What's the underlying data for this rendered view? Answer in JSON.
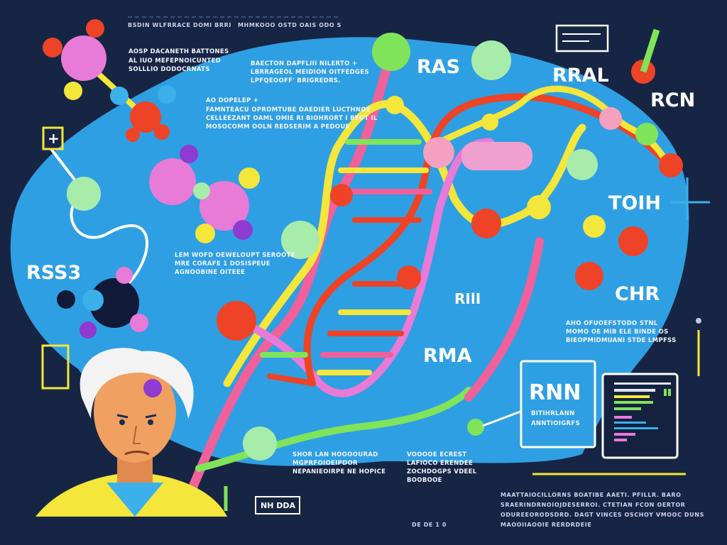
{
  "labels": {
    "ras": "RAS",
    "rral": "RRAL",
    "rcn": "RCN",
    "toih": "TOIH",
    "chr": "CHR",
    "rss": "RSS3",
    "rma": "RMA",
    "rlil": "RIlI",
    "rnn": "RNN",
    "nhdda": "NH DDA"
  },
  "header_strips": [
    "BSDIN WLFRRACE DOMI BRRI",
    "MHMKOOO OSTD OAIS ODO S"
  ],
  "text_blocks": {
    "top_left": [
      "AOSP DACANETH BATTONES",
      "AL IUO  MEFEPNOICUNTED",
      "SOLLLIO  DODOCRNATS"
    ],
    "top_center": [
      "BAECTON DAPFLIII NILERTO +",
      "LBRRAGEOL MEIDION OITFEDGES",
      "LPFQEOOFF' BRIGREDRS."
    ],
    "mid_center": [
      "AO DOPELEP +",
      "FAMNTEACU OPROMTUBE DAEDIER LUCTHNOE",
      "CELLEEZANT OAML OMIE RI BIOHRORT I BYOT IL",
      "MOSOCOMM OOLN REDSERIM A PEDOUE"
    ],
    "left_mid": [
      "LEM WOFD OEWELOUPT SEROOTE",
      "MRE CORAFE 1 DOSISPEUE",
      "AGNOOBINE OITEEE"
    ],
    "right_mid": [
      "AHO OFUOEFSTODO STNL",
      "MOMO OE MIB ELE BINDE OS",
      "BIEOPMIDMUANI STDE LMPFSS"
    ],
    "rnn_sub": [
      "BITIHRLANN",
      "ANNTIOIGRFS"
    ],
    "bottom_center_left": [
      "SHOR LAN HOOOOURAD",
      "MGPRFOIOEIPDOR",
      "NEPANIEOIRPE NE HOPICE"
    ],
    "bottom_center": [
      "VOOOOE ECREST",
      "LAFIOCO ERENDEE",
      "ZOCHDOGPS VDEEL",
      "BOOBOOE"
    ],
    "bottom_right": [
      "MAATTAIOCILLORNS BOATIBE AAETI. PFILLR. BARO",
      "SRAERINDRNOIOJDESERROI. CTETIAN  FCON OERTOR",
      "ODUREEORODSDRD. DAGT VINCES OSCHOY VMOOC DUNS",
      "MAOOIIAOOIE RERDRDEIE"
    ],
    "bottom_footer": "DE  DE  1 0"
  },
  "colors": {
    "background": "#172544",
    "blob": "#2f9fe3",
    "pink": "#f0609a",
    "yellow": "#f4e63a",
    "green": "#7fe45a",
    "red": "#ee4326",
    "magenta": "#e87ad8",
    "purple": "#8f3ad0",
    "lightgreen": "#a7ecaa"
  }
}
